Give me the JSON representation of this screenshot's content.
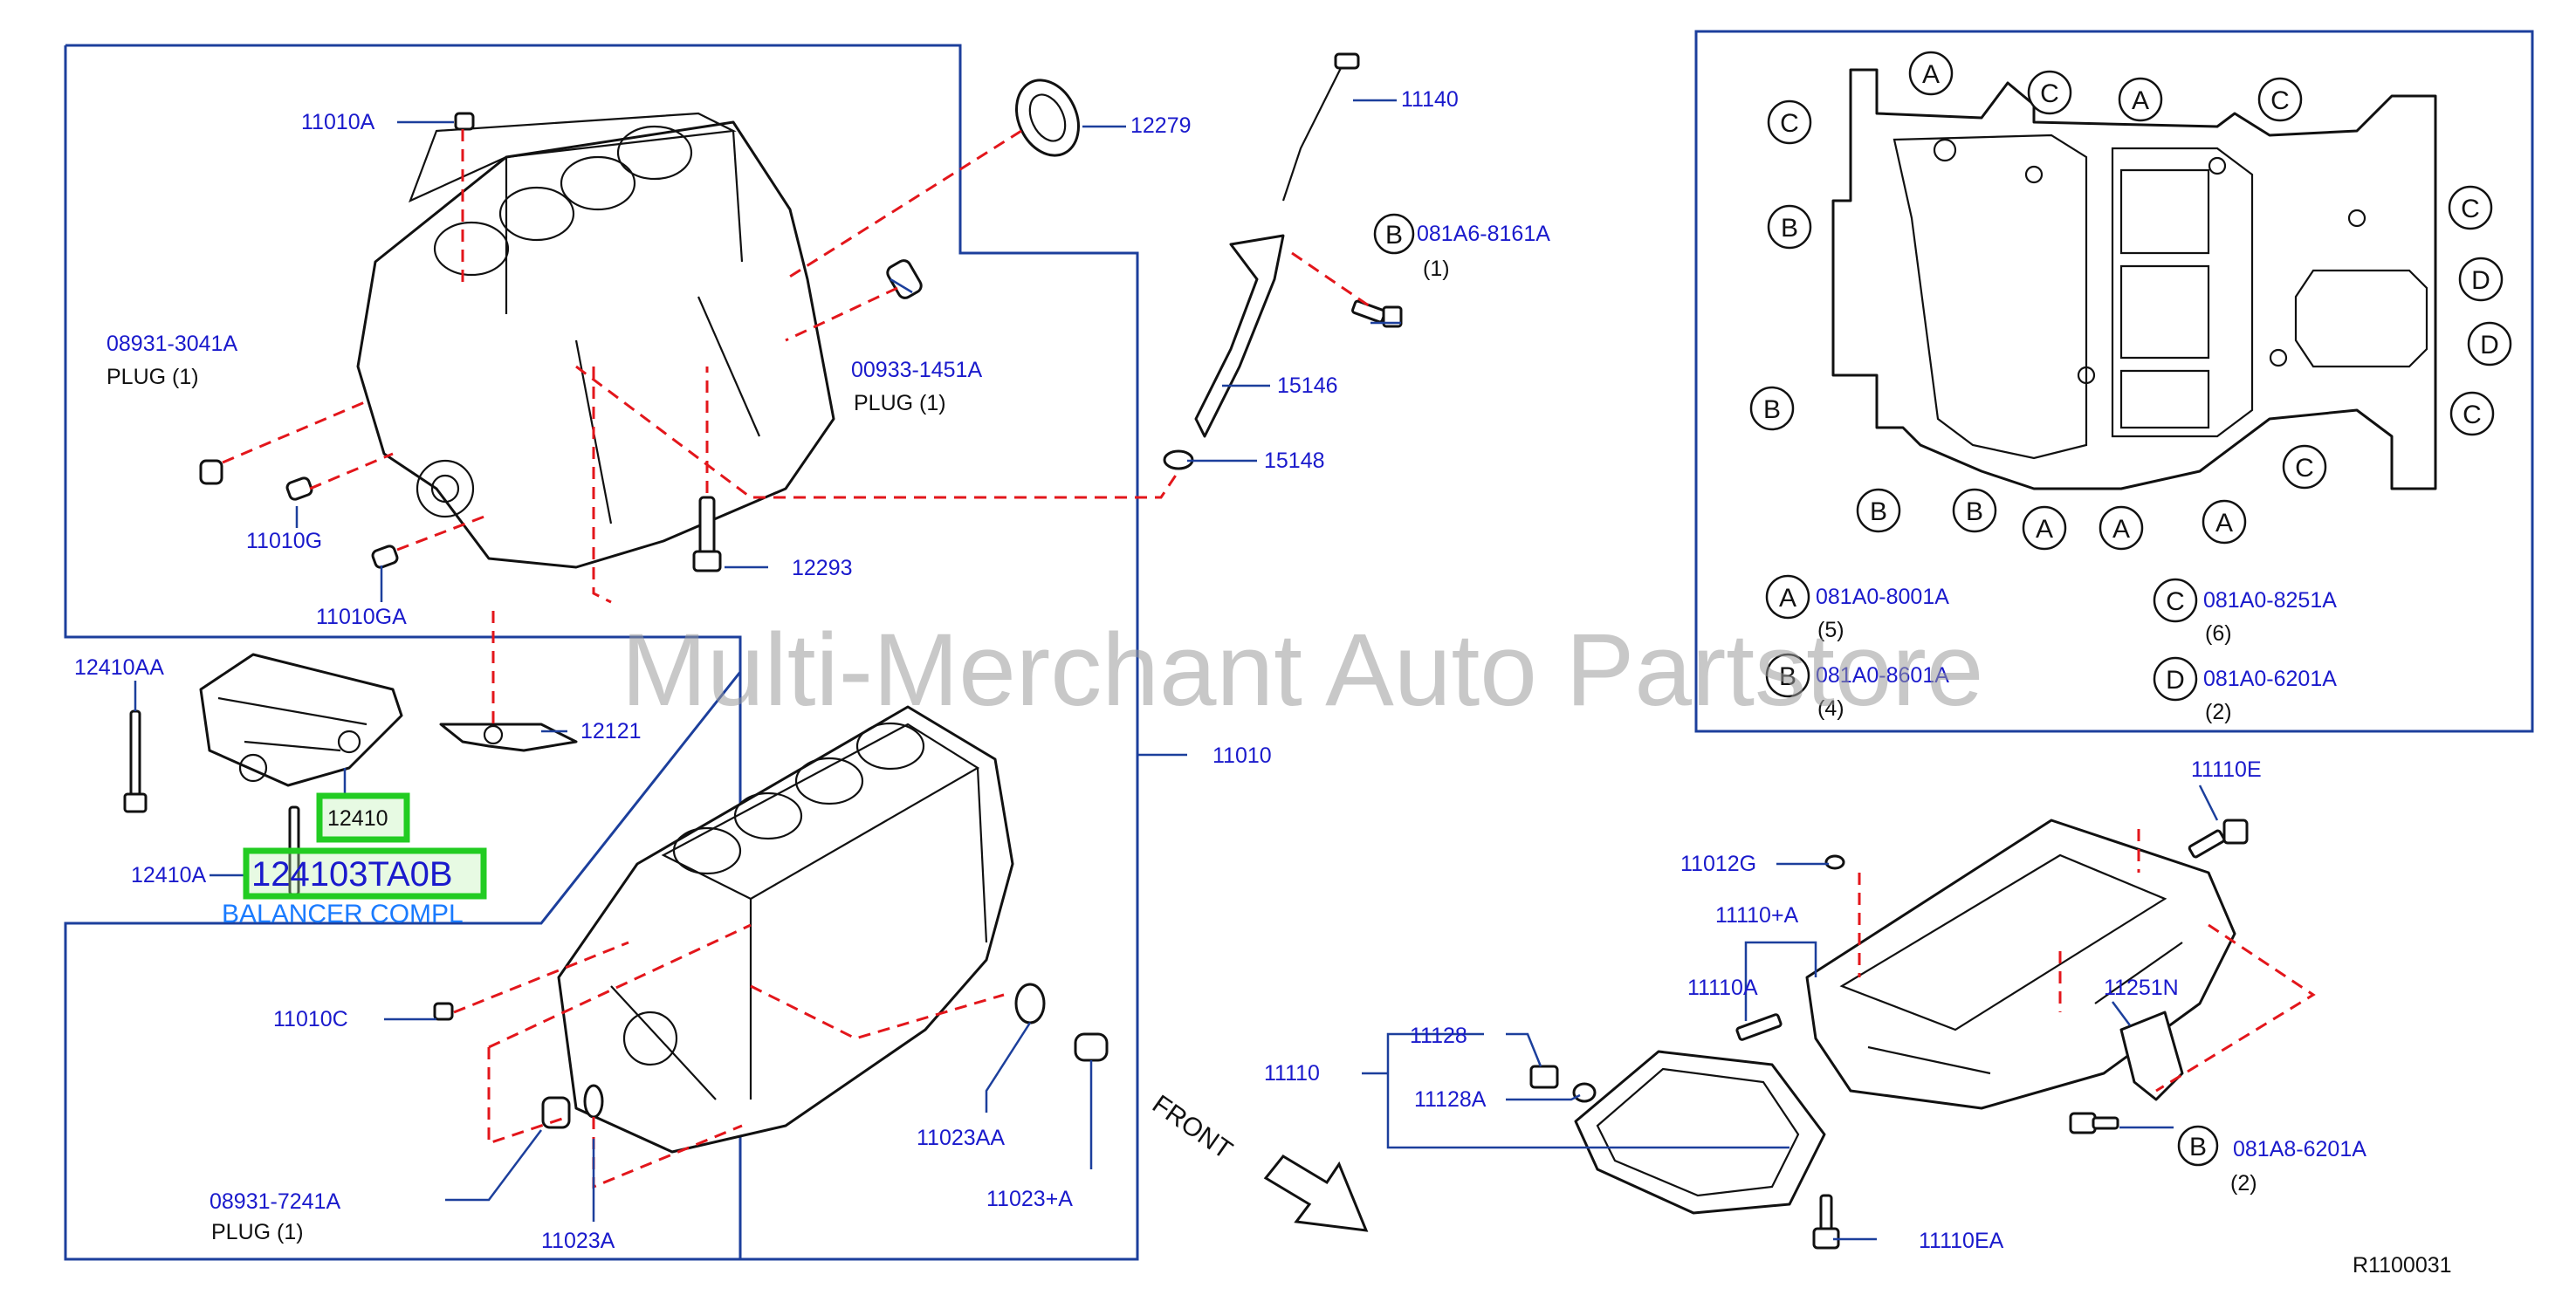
{
  "diagram_code": "R1100031",
  "watermark": "Multi-Merchant Auto Partstore",
  "front_label": "FRONT",
  "highlighted_part": {
    "number": "12410",
    "full_part_number": "124103TA0B",
    "name": "BALANCER COMPL"
  },
  "parts": {
    "p11010A": "11010A",
    "p12279": "12279",
    "p11140": "11140",
    "pB_8161": "081A6-8161A",
    "pB_8161_qty": "(1)",
    "p08931_3041A": "08931-3041A",
    "plug1": "PLUG   (1)",
    "p00933": "00933-1451A",
    "plug2": "PLUG   (1)",
    "p15146": "15146",
    "p15148": "15148",
    "p11010G": "11010G",
    "p11010GA": "11010GA",
    "p12293": "12293",
    "p12410AA": "12410AA",
    "p12121": "12121",
    "p12410A": "12410A",
    "p11010": "11010",
    "p11010C": "11010C",
    "p11023AA": "11023AA",
    "p11023plusA": "11023+A",
    "p08931_7241A": "08931-7241A",
    "plug3": "PLUG   (1)",
    "p11023A": "11023A",
    "p11110E": "11110E",
    "p11012G": "11012G",
    "p11110plusA": "11110+A",
    "p11110A": "11110A",
    "p11251N": "11251N",
    "p11128": "11128",
    "p11110": "11110",
    "p11128A": "11128A",
    "pB_6201": "081A8-6201A",
    "pB_6201_qty": "(2)",
    "p11110EA": "11110EA"
  },
  "bolt_legend": [
    {
      "key": "A",
      "part": "081A0-8001A",
      "qty": "(5)"
    },
    {
      "key": "B",
      "part": "081A0-8601A",
      "qty": "(4)"
    },
    {
      "key": "C",
      "part": "081A0-8251A",
      "qty": "(6)"
    },
    {
      "key": "D",
      "part": "081A0-6201A",
      "qty": "(2)"
    }
  ],
  "inset_markers": {
    "top": [
      "A",
      "C",
      "A",
      "C"
    ],
    "left": [
      "C",
      "B",
      "B"
    ],
    "right": [
      "C",
      "D",
      "D",
      "C"
    ],
    "bottom": [
      "B",
      "B",
      "A",
      "A",
      "A",
      "C"
    ],
    "top_left": "A"
  },
  "colors": {
    "label_blue": "#1a1acc",
    "frame_blue": "#1c3f9c",
    "dash_red": "#e3161b",
    "highlight_green": "#22cc22"
  }
}
